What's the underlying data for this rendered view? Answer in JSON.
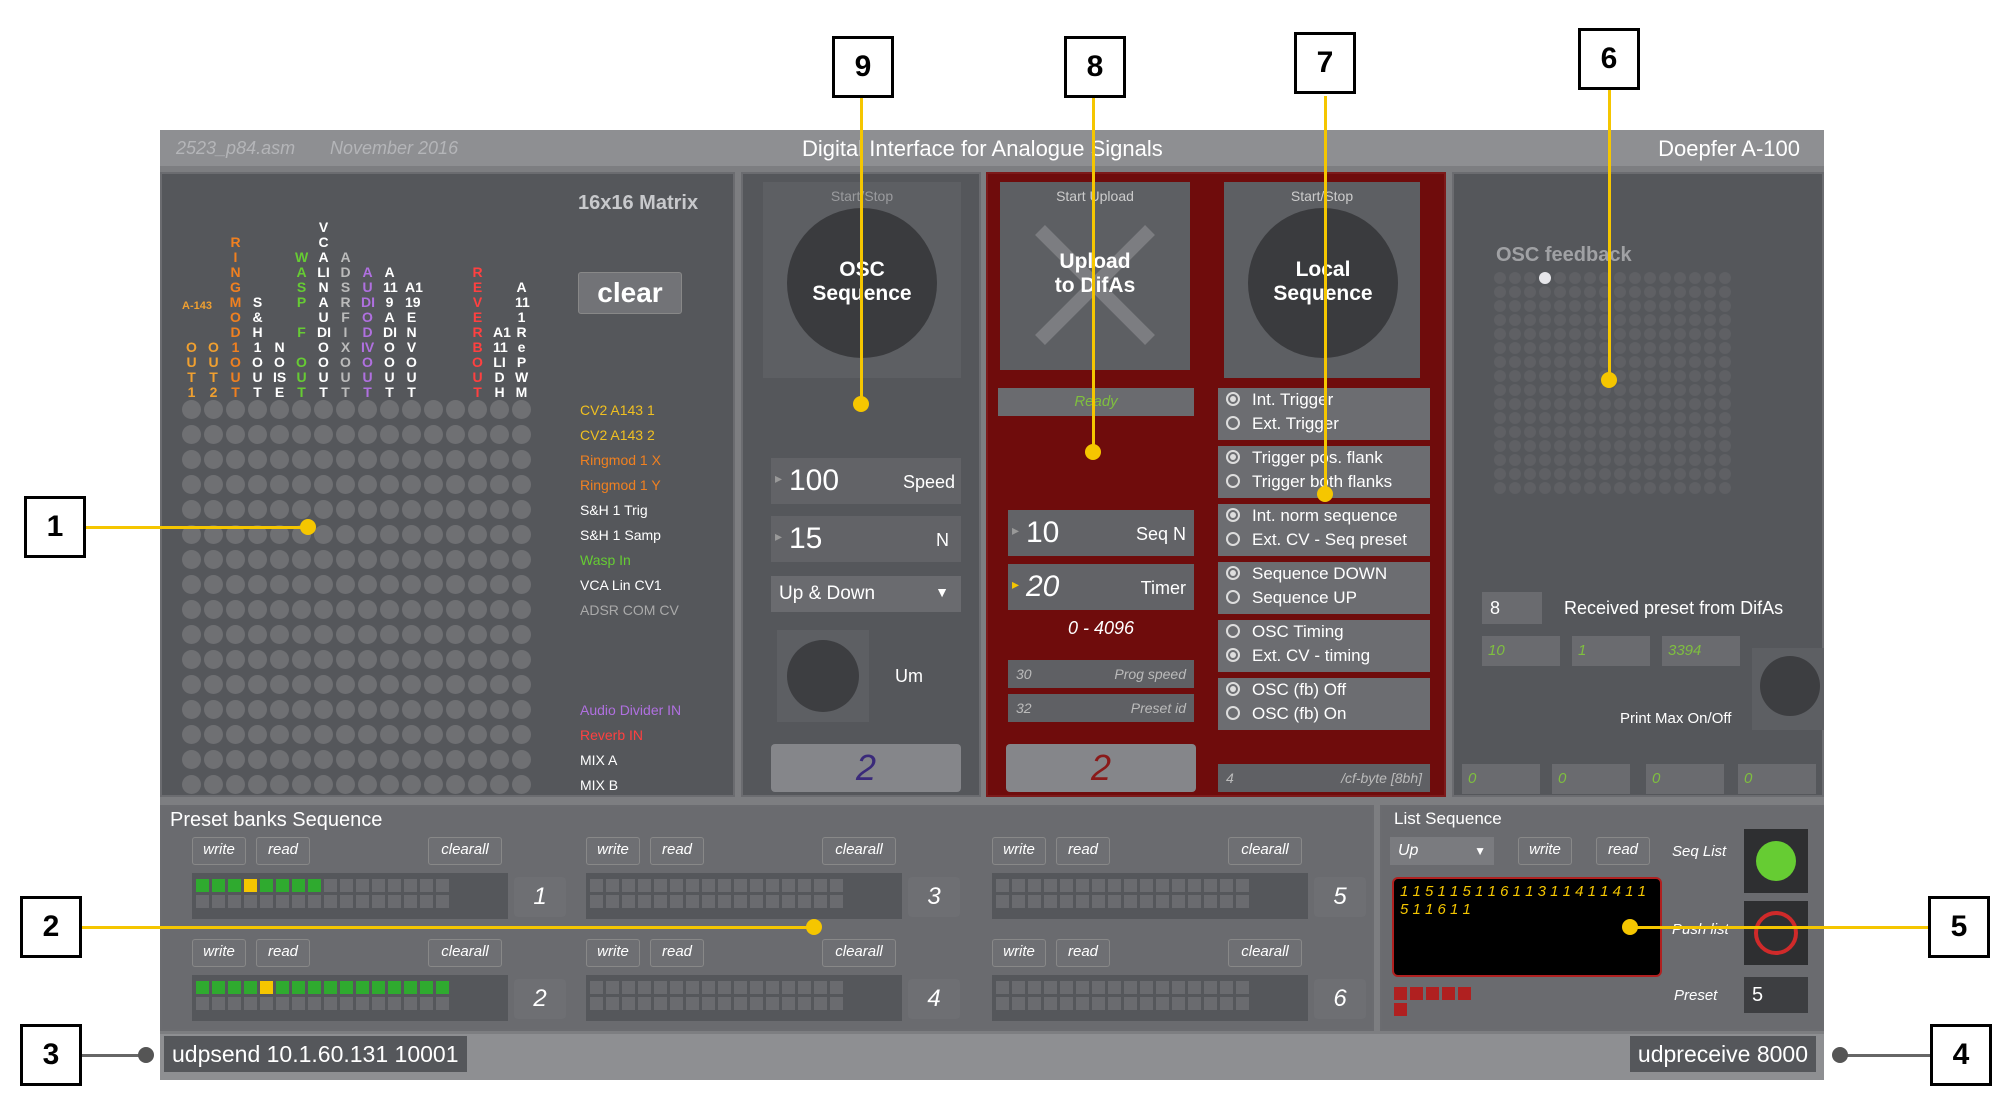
{
  "header": {
    "file": "2523_p84.asm",
    "date": "November 2016",
    "title": "Digital Interface for Analogue Signals",
    "brand": "Doepfer A-100"
  },
  "matrix": {
    "title": "16x16 Matrix",
    "clear_label": "clear",
    "col_prefix": "A-143",
    "columns": [
      {
        "text": "O\nU\nT\n1",
        "color": "#f0a030"
      },
      {
        "text": "O\nU\nT\n2",
        "color": "#f0a030"
      },
      {
        "text": "R\nI\nN\nG\nM\nO\nD\n1\nO\nU\nT",
        "color": "#f08020"
      },
      {
        "text": "S\n&\nH\n1\nO\nU\nT",
        "color": "#ffffff"
      },
      {
        "text": "N\nO\nIS\nE",
        "color": "#ffffff"
      },
      {
        "text": "W\nA\nS\nP\n\nF\n\nO\nU\nT",
        "color": "#66cc33"
      },
      {
        "text": "V\nC\nA\nLI\nN\nA\nU\nDI\nO\nO\nU\nT",
        "color": "#ffffff"
      },
      {
        "text": "A\nD\nS\nR\nF\nI\nX\nO\nU\nT",
        "color": "#bbbbbb"
      },
      {
        "text": "A\nU\nDI\nO\nD\nIV\nO\nU\nT",
        "color": "#b070e0"
      },
      {
        "text": "A\n11\n9\nA\nDI\nO\nO\nU\nT",
        "color": "#ffffff"
      },
      {
        "text": "A1\n19\nE\nN\nV\nO\nU\nT",
        "color": "#ffffff"
      },
      {
        "text": "",
        "color": "#ffffff"
      },
      {
        "text": "",
        "color": "#ffffff"
      },
      {
        "text": "R\nE\nV\nE\nR\nB\nO\nU\nT",
        "color": "#ff4040"
      },
      {
        "text": "A1\n11\nLI\nD\nH",
        "color": "#ffffff"
      },
      {
        "text": "A\n11\n1\nR\ne\nP\nW\nM",
        "color": "#ffffff"
      }
    ],
    "rows": [
      {
        "label": "CV2 A143 1",
        "color": "#f0c020"
      },
      {
        "label": "CV2 A143 2",
        "color": "#f0c020"
      },
      {
        "label": "Ringmod 1 X",
        "color": "#f08020"
      },
      {
        "label": "Ringmod 1 Y",
        "color": "#f08020"
      },
      {
        "label": "S&H 1 Trig",
        "color": "#ffffff"
      },
      {
        "label": "S&H 1 Samp",
        "color": "#ffffff"
      },
      {
        "label": "Wasp In",
        "color": "#66cc33"
      },
      {
        "label": "VCA Lin CV1",
        "color": "#ffffff"
      },
      {
        "label": "ADSR COM CV",
        "color": "#aaaaaa"
      },
      {
        "label": "",
        "color": "#ffffff"
      },
      {
        "label": "",
        "color": "#ffffff"
      },
      {
        "label": "",
        "color": "#ffffff"
      },
      {
        "label": "Audio Divider IN",
        "color": "#b070e0"
      },
      {
        "label": "Reverb IN",
        "color": "#ff4040"
      },
      {
        "label": "MIX A",
        "color": "#ffffff"
      },
      {
        "label": "MIX B",
        "color": "#ffffff"
      }
    ]
  },
  "osc_seq": {
    "start_stop": "Start/Stop",
    "button": "OSC\nSequence",
    "speed_value": "100",
    "speed_label": "Speed",
    "n_value": "15",
    "n_label": "N",
    "direction": "Up & Down",
    "um_label": "Um",
    "bottom_value": "2"
  },
  "difas": {
    "start_upload": "Start Upload",
    "upload_button": "Upload\nto DifAs",
    "status": "Ready",
    "seq_n_value": "10",
    "seq_n_label": "Seq N",
    "timer_value": "20",
    "timer_label": "Timer",
    "range": "0  - 4096",
    "prog_speed_value": "30",
    "prog_speed_label": "Prog speed",
    "preset_id_value": "32",
    "preset_id_label": "Preset id",
    "bottom_value": "2",
    "local_start": "Start/Stop",
    "local_button": "Local\nSequence",
    "radio_groups": [
      {
        "options": [
          "Int. Trigger",
          "Ext. Trigger"
        ],
        "selected": 0
      },
      {
        "options": [
          "Trigger pos. flank",
          "Trigger both flanks"
        ],
        "selected": 0
      },
      {
        "options": [
          "Int. norm sequence",
          "Ext. CV - Seq preset"
        ],
        "selected": 0
      },
      {
        "options": [
          "Sequence DOWN",
          "Sequence UP"
        ],
        "selected": 0
      },
      {
        "options": [
          "OSC Timing",
          "Ext. CV - timing"
        ],
        "selected": 1
      },
      {
        "options": [
          "OSC (fb) Off",
          "OSC (fb) On"
        ],
        "selected": 0
      }
    ],
    "cf_byte_value": "4",
    "cf_byte_label": "/cf-byte [8bh]"
  },
  "feedback": {
    "title": "OSC feedback",
    "preset_value": "8",
    "received_label": "Received preset from DifAs",
    "fields": [
      "10",
      "1",
      "3394"
    ],
    "print_label": "Print Max On/Off",
    "bottom_fields": [
      "0",
      "0",
      "0",
      "0"
    ]
  },
  "preset_banks": {
    "title": "Preset banks Sequence",
    "write": "write",
    "read": "read",
    "clearall": "clearall",
    "banks": [
      "1",
      "2",
      "3",
      "4",
      "5",
      "6"
    ]
  },
  "list_seq": {
    "title": "List Sequence",
    "direction": "Up",
    "write": "write",
    "read": "read",
    "seq_list_label": "Seq List",
    "push_list_label": "Push list",
    "preset_label": "Preset",
    "preset_value": "5",
    "list_text": "1 1 5 1 1 5 1 1 6 1 1 3 1 1 4 1 1 4 1 1\n5 1 1 6 1 1"
  },
  "footer": {
    "udpsend": "udpsend 10.1.60.131 10001",
    "udpreceive": "udpreceive 8000"
  },
  "callouts": [
    "1",
    "2",
    "3",
    "4",
    "5",
    "6",
    "7",
    "8",
    "9"
  ],
  "colors": {
    "accent_yellow": "#f5c600",
    "panel": "#55575b",
    "red_panel": "#6f0c0c",
    "green": "#66cc33"
  }
}
